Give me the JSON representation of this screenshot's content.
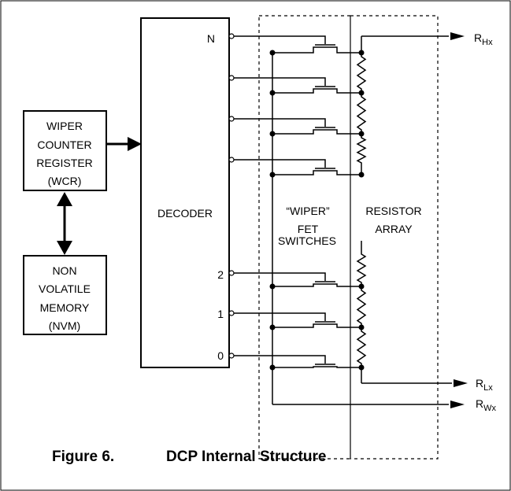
{
  "blocks": {
    "wcr": {
      "lines": [
        "WIPER",
        "COUNTER",
        "REGISTER",
        "(WCR)"
      ]
    },
    "nvm": {
      "lines": [
        "NON",
        "VOLATILE",
        "MEMORY",
        "(NVM)"
      ]
    },
    "decoder": "DECODER"
  },
  "decoder_outputs": {
    "top": "N",
    "bottom": [
      "2",
      "1",
      "0"
    ]
  },
  "regions": {
    "fet": {
      "lines": [
        "“WIPER”",
        "FET",
        "SWITCHES"
      ]
    },
    "resistor": {
      "lines": [
        "RESISTOR",
        "ARRAY"
      ]
    }
  },
  "terminals": {
    "rh": {
      "main": "R",
      "sub": "Hx"
    },
    "rl": {
      "main": "R",
      "sub": "Lx"
    },
    "rw": {
      "main": "R",
      "sub": "Wx"
    }
  },
  "caption": {
    "figure": "Figure 6.",
    "title": "DCP Internal Structure"
  }
}
